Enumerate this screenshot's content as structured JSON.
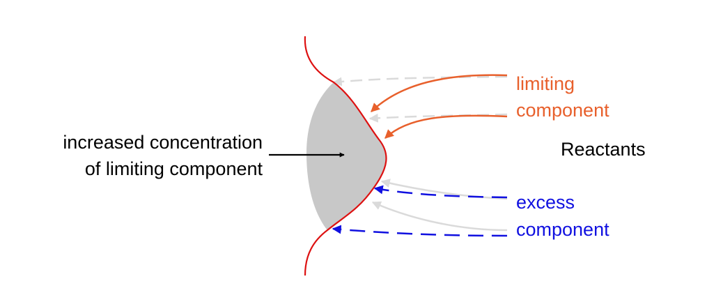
{
  "labels": {
    "left_line1": "increased concentration",
    "left_line2": "of limiting component",
    "limiting_line1": "limiting",
    "limiting_line2": "component",
    "reactants": "Reactants",
    "excess_line1": "excess",
    "excess_line2": "component"
  },
  "colors": {
    "interface_curve": "#dd1111",
    "limiting": "#e8602c",
    "excess": "#1010e0",
    "faded_arrow": "#dadada",
    "shaded_region": "#c8c8c8",
    "text": "#000000"
  }
}
